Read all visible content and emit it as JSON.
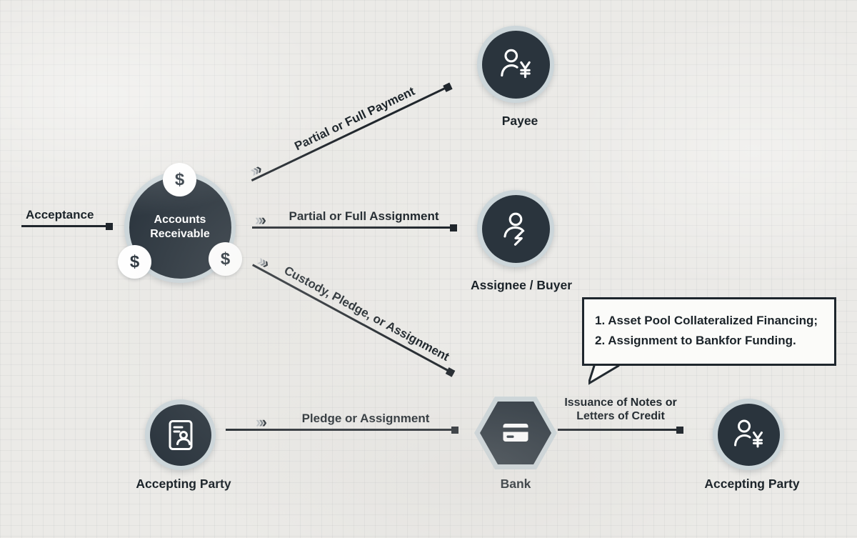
{
  "colors": {
    "dark": "#2a343d",
    "ring": "#ccd6da",
    "background": "#ebeae7",
    "line": "#20262c",
    "text": "#1b2329"
  },
  "icons": {
    "chevron": "›",
    "dollar": "$"
  },
  "nodes": {
    "accounts_receivable": {
      "label": "Accounts Receivable"
    },
    "payee": {
      "label": "Payee",
      "icon": "person-yuan-icon"
    },
    "assignee": {
      "label": "Assignee / Buyer",
      "icon": "person-transfer-icon"
    },
    "accepting_party_left": {
      "label": "Accepting Party",
      "icon": "id-document-icon"
    },
    "bank": {
      "label": "Bank",
      "icon": "credit-card-icon"
    },
    "accepting_party_right": {
      "label": "Accepting Party",
      "icon": "person-yuan-icon"
    }
  },
  "edges": {
    "acceptance": {
      "label": "Acceptance"
    },
    "partial_payment": {
      "label": "Partial or Full Payment"
    },
    "partial_assignment": {
      "label": "Partial or Full Assignment"
    },
    "custody": {
      "label": "Custody, Pledge, or Assignment"
    },
    "pledge": {
      "label": "Pledge or Assignment"
    },
    "issuance": {
      "line1": "Issuance of Notes or",
      "line2": "Letters of Credit"
    }
  },
  "callout": {
    "line1": "1. Asset Pool Collateralized Financing;",
    "line2": "2. Assignment to Bankfor Funding."
  }
}
